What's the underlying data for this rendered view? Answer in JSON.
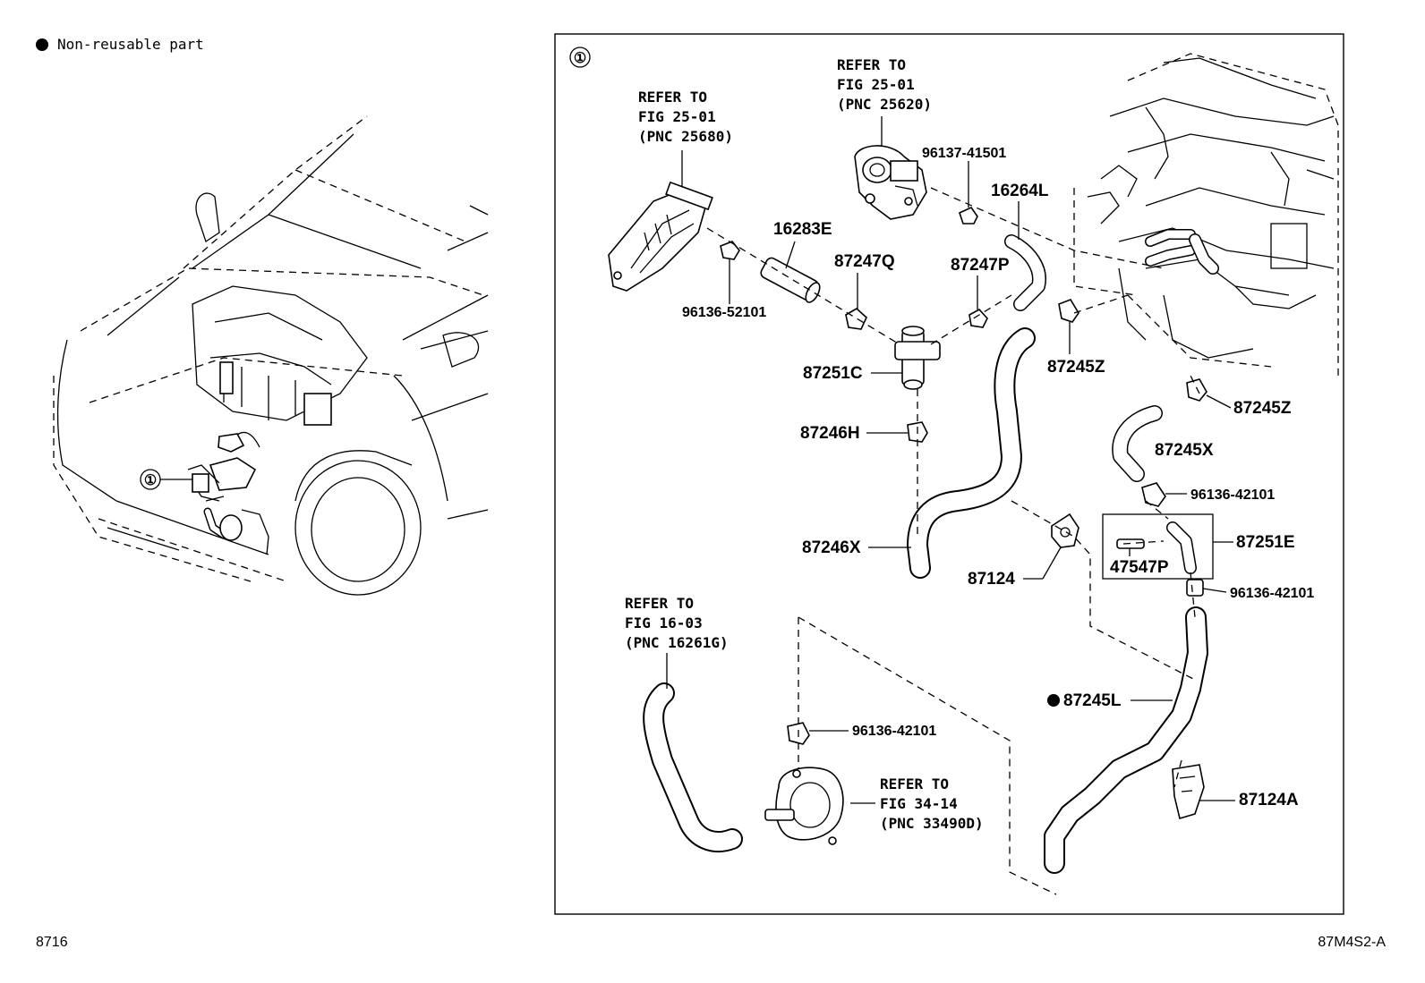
{
  "legend": {
    "text": "Non-reusable part"
  },
  "overview": {
    "callout": "①"
  },
  "panel": {
    "callout": "①"
  },
  "refs": {
    "r25680": [
      "REFER TO",
      "FIG 25-01",
      "(PNC 25680)"
    ],
    "r25620": [
      "REFER TO",
      "FIG 25-01",
      "(PNC 25620)"
    ],
    "r16261g": [
      "REFER TO",
      "FIG 16-03",
      "(PNC 16261G)"
    ],
    "r33490d": [
      "REFER TO",
      "FIG 34-14",
      "(PNC 33490D)"
    ]
  },
  "parts": {
    "p96137_41501": "96137-41501",
    "p16264L": "16264L",
    "p16283E": "16283E",
    "p87247Q": "87247Q",
    "p87247P": "87247P",
    "p96136_52101": "96136-52101",
    "p87251C": "87251C",
    "p87245Z_a": "87245Z",
    "p87245Z_b": "87245Z",
    "p87246H": "87246H",
    "p87245X": "87245X",
    "p96136_42101_a": "96136-42101",
    "p87251E": "87251E",
    "p47547P": "47547P",
    "p87246X": "87246X",
    "p87124": "87124",
    "p96136_42101_b": "96136-42101",
    "p87245L": "87245L",
    "p96136_42101_c": "96136-42101",
    "p87124A": "87124A"
  },
  "footer": {
    "left": "8716",
    "right": "87M4S2-A"
  }
}
